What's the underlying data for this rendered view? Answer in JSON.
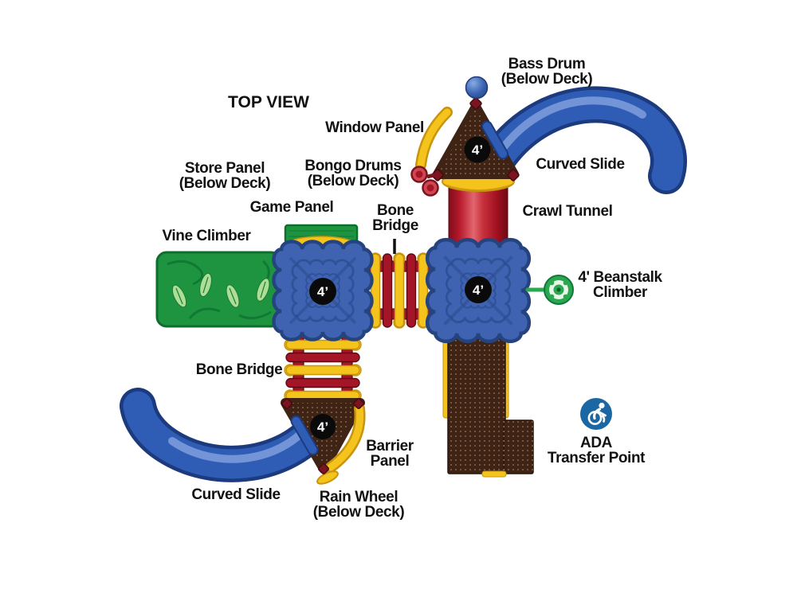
{
  "labels": {
    "top_view": "TOP VIEW",
    "bass_drum": "Bass Drum\n(Below Deck)",
    "window_panel": "Window Panel",
    "bongo_drums": "Bongo Drums\n(Below Deck)",
    "store_panel": "Store Panel\n(Below Deck)",
    "game_panel": "Game Panel",
    "bone_bridge_top": "Bone\nBridge",
    "crawl_tunnel": "Crawl Tunnel",
    "curved_slide_top": "Curved Slide",
    "vine_climber": "Vine Climber",
    "beanstalk_climber": "4' Beanstalk\nClimber",
    "bone_bridge_left": "Bone Bridge",
    "curved_slide_bottom": "Curved Slide",
    "barrier_panel": "Barrier\nPanel",
    "rain_wheel": "Rain Wheel\n(Below Deck)",
    "ada_transfer": "ADA\nTransfer Point"
  },
  "deck_markers": {
    "roof": "4’",
    "left": "4’",
    "right": "4’",
    "bottom": "4’"
  },
  "colors": {
    "deck-blue": "#3f63b0",
    "deck-blue-dark": "#24437f",
    "deck-pattern": "#2c4c92",
    "slide-blue": "#2f5cb5",
    "slide-blue-dark": "#1c3a7e",
    "slide-highlight": "#7f9fdd",
    "roof-brown": "#3f2415",
    "dot-tan": "#caa27e",
    "yellow": "#f4c41d",
    "yellow-dark": "#c8940e",
    "red": "#b5182b",
    "red-dark": "#7e0e1c",
    "bone-red": "#a31527",
    "green": "#1f9440",
    "green-dark": "#0e6e2c",
    "leaf-light": "#aedd96",
    "beanstalk-green": "#2aa84f",
    "maroon": "#7a1420",
    "ada-blue": "#1a67a3",
    "label-text": "#111111"
  }
}
